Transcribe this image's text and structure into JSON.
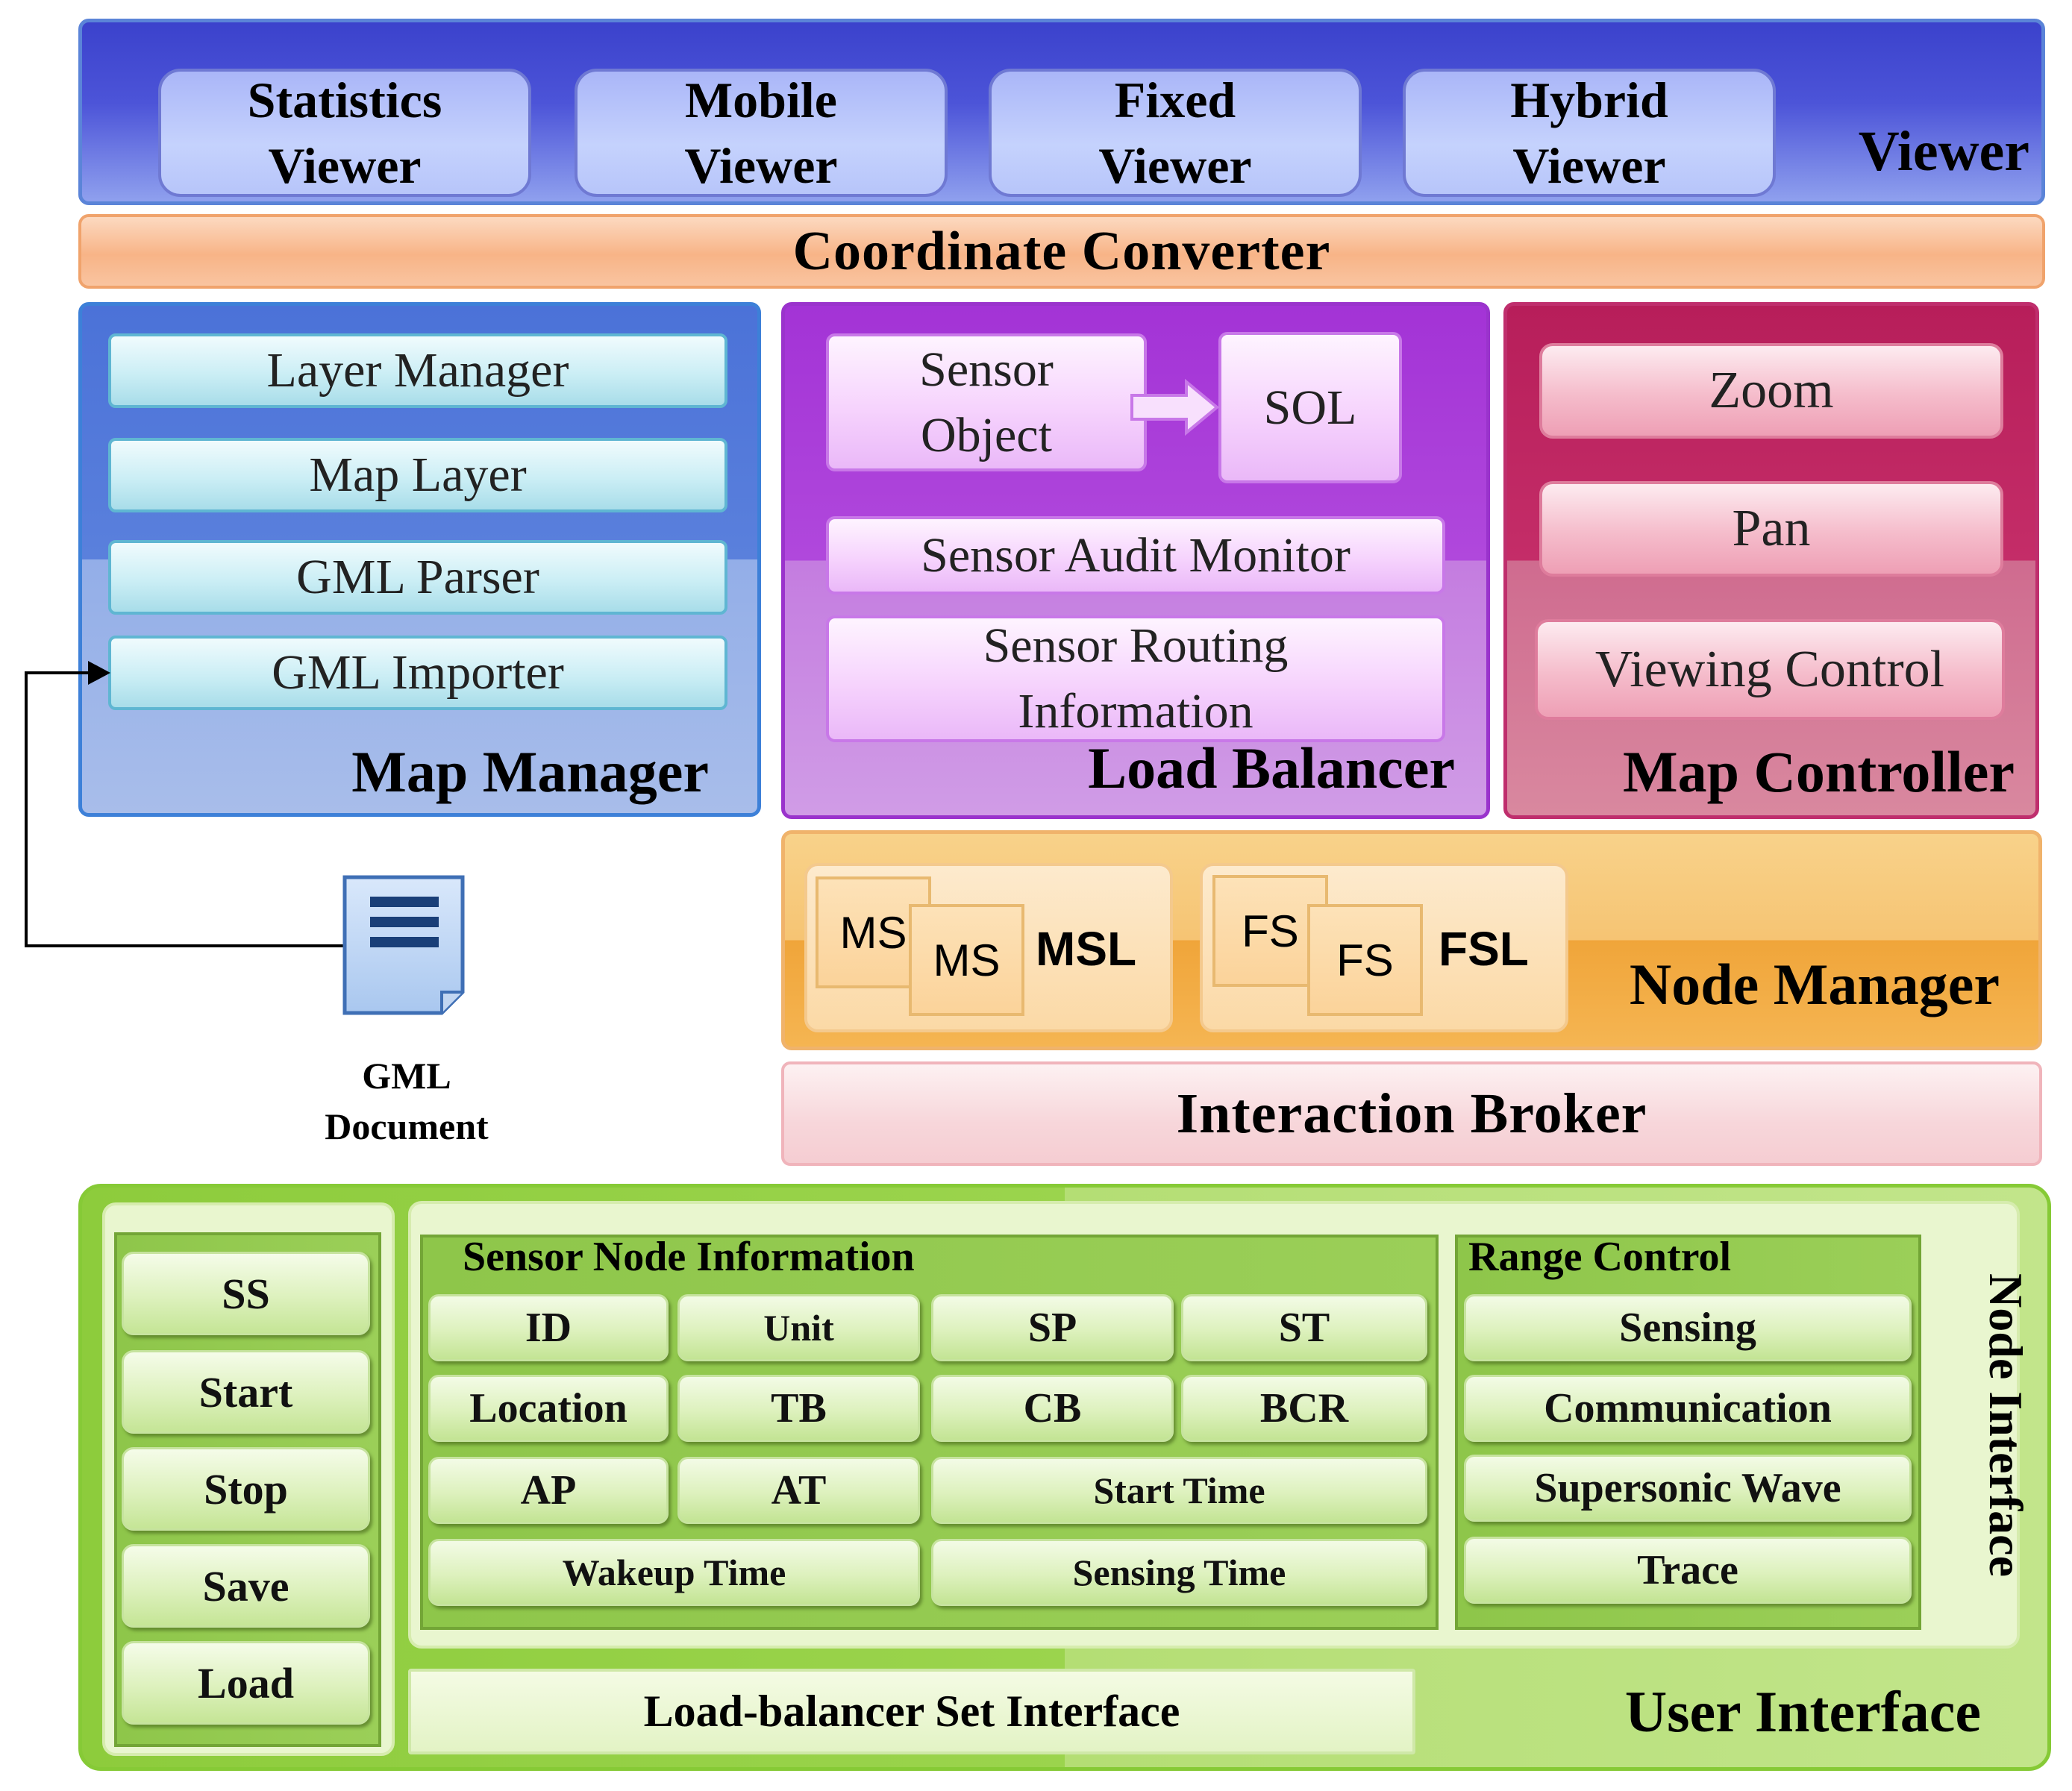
{
  "viewer": {
    "title": "Viewer",
    "buttons": [
      "Statistics\nViewer",
      "Mobile\nViewer",
      "Fixed\nViewer",
      "Hybrid\nViewer"
    ]
  },
  "coordinate_converter": {
    "title": "Coordinate  Converter"
  },
  "map_manager": {
    "title": "Map Manager",
    "items": [
      "Layer Manager",
      "Map Layer",
      "GML  Parser",
      "GML  Importer"
    ]
  },
  "load_balancer": {
    "title": "Load Balancer",
    "sensor_object": "Sensor\nObject",
    "sol": "SOL",
    "sensor_audit_monitor": "Sensor Audit Monitor",
    "sensor_routing_information": "Sensor Routing\nInformation"
  },
  "map_controller": {
    "title": "Map Controller",
    "items": [
      "Zoom",
      "Pan",
      "Viewing  Control"
    ]
  },
  "node_manager": {
    "title": "Node Manager",
    "msl": {
      "label": "MSL",
      "items": [
        "MS",
        "MS"
      ]
    },
    "fsl": {
      "label": "FSL",
      "items": [
        "FS",
        "FS"
      ]
    }
  },
  "interaction_broker": {
    "title": "Interaction  Broker"
  },
  "gml_document": {
    "label": "GML\nDocument",
    "icon": "document-icon"
  },
  "user_interface": {
    "title": "User Interface",
    "side_buttons": [
      "SS",
      "Start",
      "Stop",
      "Save",
      "Load"
    ],
    "node_interface": {
      "title": "Node Interface",
      "sensor_node_information": {
        "title": "Sensor Node Information",
        "row1": [
          "ID",
          "Unit",
          "SP",
          "ST"
        ],
        "row2": [
          "Location",
          "TB",
          "CB",
          "BCR"
        ],
        "row3": [
          "AP",
          "AT",
          "Start Time"
        ],
        "row4": [
          "Wakeup Time",
          "Sensing Time"
        ]
      },
      "range_control": {
        "title": "Range Control",
        "items": [
          "Sensing",
          "Communication",
          "Supersonic Wave",
          "Trace"
        ]
      }
    },
    "load_balancer_set_interface": "Load-balancer Set Interface"
  }
}
